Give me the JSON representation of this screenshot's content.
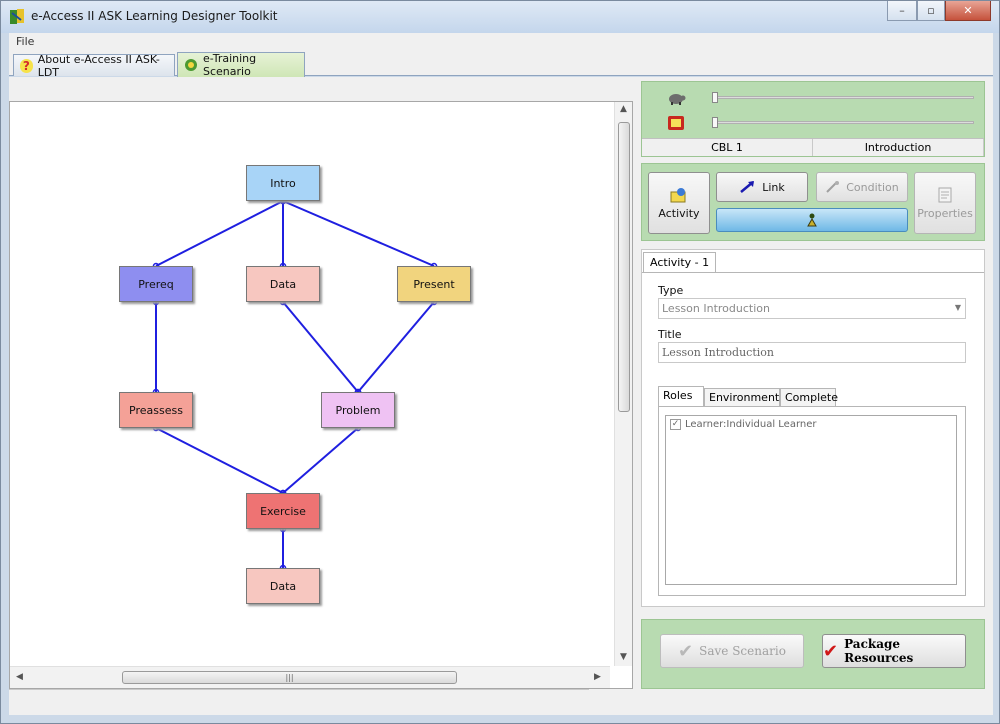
{
  "window": {
    "title": "e-Access II ASK Learning Designer Toolkit",
    "buttons": [
      "–",
      "▫",
      "✕"
    ]
  },
  "menu": {
    "file": "File"
  },
  "tabs": [
    {
      "label": "About e-Access II ASK-LDT",
      "icon": "help-icon",
      "active": false
    },
    {
      "label": "e-Training Scenario",
      "icon": "scenario-icon",
      "active": true
    }
  ],
  "diagram": {
    "nodes": [
      {
        "id": "intro",
        "label": "Intro",
        "color": "#a8d4f7"
      },
      {
        "id": "prereq",
        "label": "Prereq",
        "color": "#8e8ef0"
      },
      {
        "id": "data1",
        "label": "Data",
        "color": "#f7c7c0"
      },
      {
        "id": "present",
        "label": "Present",
        "color": "#f1d47e"
      },
      {
        "id": "preassess",
        "label": "Preassess",
        "color": "#f4a197"
      },
      {
        "id": "problem",
        "label": "Problem",
        "color": "#efc2f3"
      },
      {
        "id": "exercise",
        "label": "Exercise",
        "color": "#ee7373"
      },
      {
        "id": "data2",
        "label": "Data",
        "color": "#f7c7c0"
      }
    ],
    "edges": [
      [
        "intro",
        "prereq"
      ],
      [
        "intro",
        "data1"
      ],
      [
        "intro",
        "present"
      ],
      [
        "prereq",
        "preassess"
      ],
      [
        "data1",
        "problem"
      ],
      [
        "present",
        "problem"
      ],
      [
        "preassess",
        "exercise"
      ],
      [
        "problem",
        "exercise"
      ],
      [
        "exercise",
        "data2"
      ]
    ],
    "edge_color": "#1f1fe0"
  },
  "controls": {
    "speed_icon": "tortoise-icon",
    "timer_icon": "timer-icon",
    "info": [
      "CBL 1",
      "Introduction"
    ]
  },
  "toolbar": {
    "activity": "Activity",
    "link": "Link",
    "condition": "Condition",
    "properties": "Properties"
  },
  "properties": {
    "tab": "Activity - 1",
    "type_label": "Type",
    "type_value": "Lesson Introduction",
    "title_label": "Title",
    "title_value": "Lesson Introduction",
    "inner_tabs": [
      "Roles",
      "Environments",
      "Complete"
    ],
    "roles": [
      {
        "label": "Learner:Individual Learner",
        "checked": true
      }
    ]
  },
  "actions": {
    "save": "Save Scenario",
    "package": "Package Resources",
    "check_color": "#d01818"
  }
}
